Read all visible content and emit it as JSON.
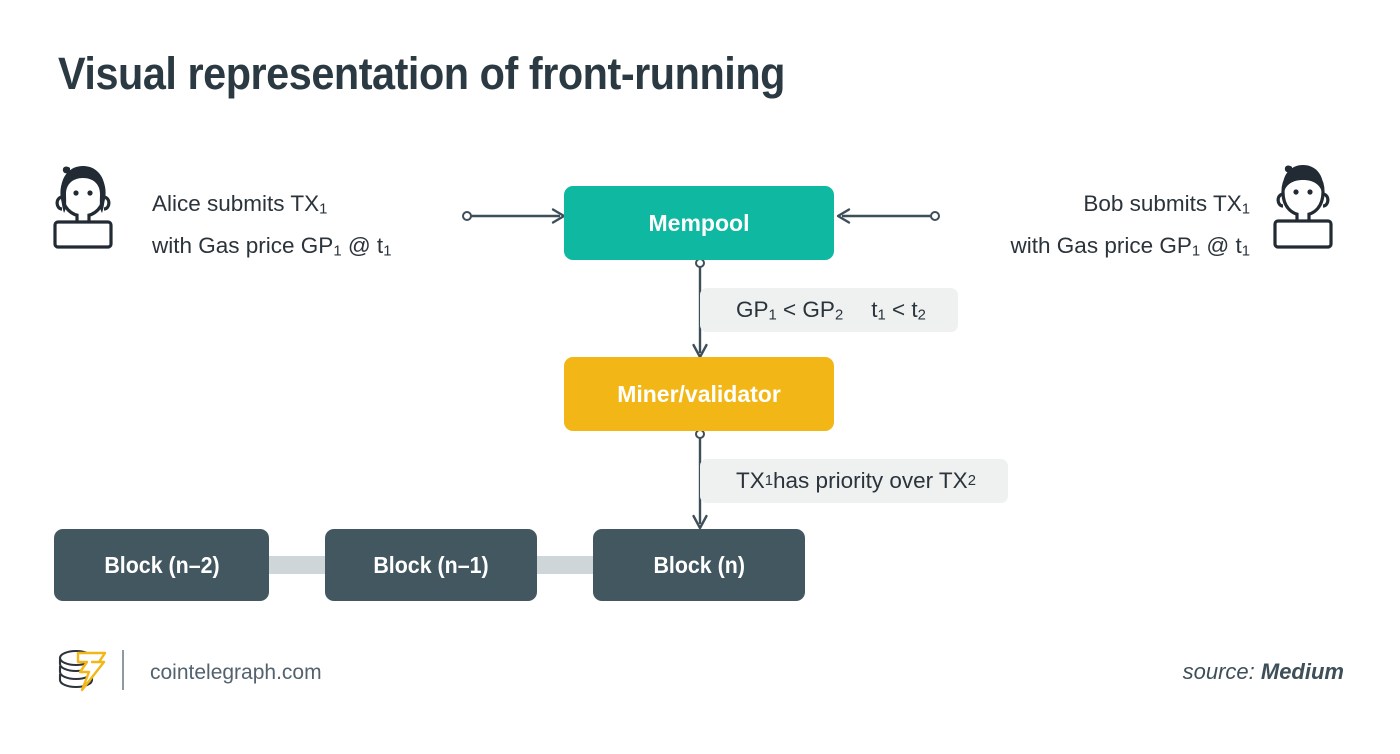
{
  "title": "Visual representation of front-running",
  "actors": {
    "left": {
      "avatar_icon": "female-user-avatar-icon",
      "line1_pre": "Alice submits TX",
      "line1_sub": "1",
      "line2_pre": "with Gas price GP",
      "line2_sub1": "1",
      "line2_mid": " @ t",
      "line2_sub2": "1"
    },
    "right": {
      "avatar_icon": "male-user-avatar-icon",
      "line1_pre": "Bob submits TX",
      "line1_sub": "1",
      "line2_pre": "with Gas price GP",
      "line2_sub1": "1",
      "line2_mid": " @ t",
      "line2_sub2": "1"
    }
  },
  "nodes": {
    "mempool": {
      "label": "Mempool",
      "color": "#0fb8a1"
    },
    "miner": {
      "label": "Miner/validator",
      "color": "#f2b716"
    }
  },
  "blocks": [
    {
      "label": "Block (n–2)",
      "color": "#435761"
    },
    {
      "label": "Block (n–1)",
      "color": "#435761"
    },
    {
      "label": "Block (n)",
      "color": "#435761"
    }
  ],
  "edge_labels": {
    "gas": {
      "part1_pre": "GP",
      "part1_sub": "1",
      "part1_op": " < GP",
      "part1_sub2": "2",
      "part2_pre": "t",
      "part2_sub": "1",
      "part2_op": " < t",
      "part2_sub2": "2"
    },
    "priority": {
      "pre": "TX",
      "sub1": "1",
      "mid": " has priority over TX",
      "sub2": "2"
    }
  },
  "connectors": {
    "alice_to_mempool": "arrow-right",
    "bob_to_mempool": "arrow-left",
    "mempool_to_miner": "arrow-down",
    "miner_to_block": "arrow-down",
    "stroke_color": "#3d4f59"
  },
  "footer": {
    "logo_icon": "cointelegraph-coins-bolt-logo",
    "site": "cointelegraph.com",
    "source_prefix": "source: ",
    "source_name": "Medium"
  },
  "palette": {
    "background": "#ffffff",
    "title_color": "#2b3a42",
    "text_color": "#2b333b",
    "teal": "#0fb8a1",
    "amber": "#f2b716",
    "slate": "#435761",
    "pill_gray": "#eff1f1",
    "link_gray": "#cfd6d9"
  }
}
